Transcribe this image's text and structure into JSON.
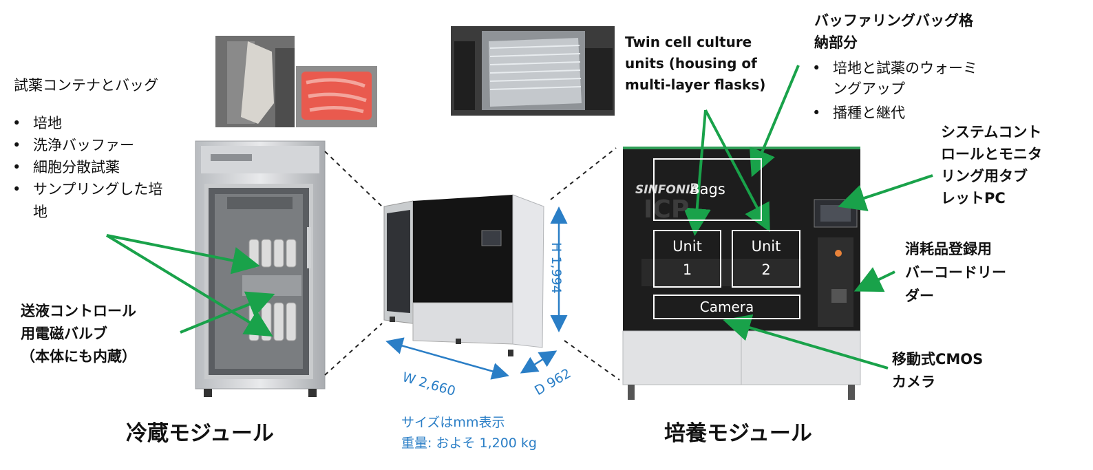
{
  "left_module": {
    "heading": "試薬コンテナとバッグ",
    "items": [
      "培地",
      "洗浄バッファー",
      "細胞分散試薬",
      "サンプリングした培"
    ],
    "item_cont": "地",
    "valve_label": [
      "送液コントロール",
      "用電磁バルブ",
      "（本体にも内蔵）"
    ],
    "title": "冷蔵モジュール"
  },
  "center": {
    "dim_h": "H 1,994",
    "dim_w": "W 2,660",
    "dim_d": "D 962",
    "size_note": "サイズはmm表示",
    "weight_note": "重量: およそ 1,200 kg",
    "colors": {
      "dimension": "#2a7ec6"
    }
  },
  "right_module": {
    "twin_label": [
      "Twin cell culture",
      "units (housing of",
      "multi-layer flasks)"
    ],
    "buffer_heading": [
      "バッファリングバッグ格",
      "納部分"
    ],
    "buffer_items": [
      "培地と試薬のウォーミ",
      "播種と継代"
    ],
    "buffer_item_cont": "ングアップ",
    "system_label": [
      "システムコント",
      "ロールとモニタ",
      "リング用タブ",
      "レットPC"
    ],
    "barcode_label": [
      "消耗品登録用",
      "バーコードリー",
      "ダー"
    ],
    "camera_label": [
      "移動式CMOS",
      "カメラ"
    ],
    "box_bags": "Bags",
    "box_unit1": [
      "Unit",
      "1"
    ],
    "box_unit2": [
      "Unit",
      "2"
    ],
    "box_camera": "Camera",
    "brand": "SINFONIA",
    "brand_sub": "ICP",
    "title": "培養モジュール"
  },
  "colors": {
    "arrow": "#19a24a",
    "panel": "#1d1d1d"
  }
}
